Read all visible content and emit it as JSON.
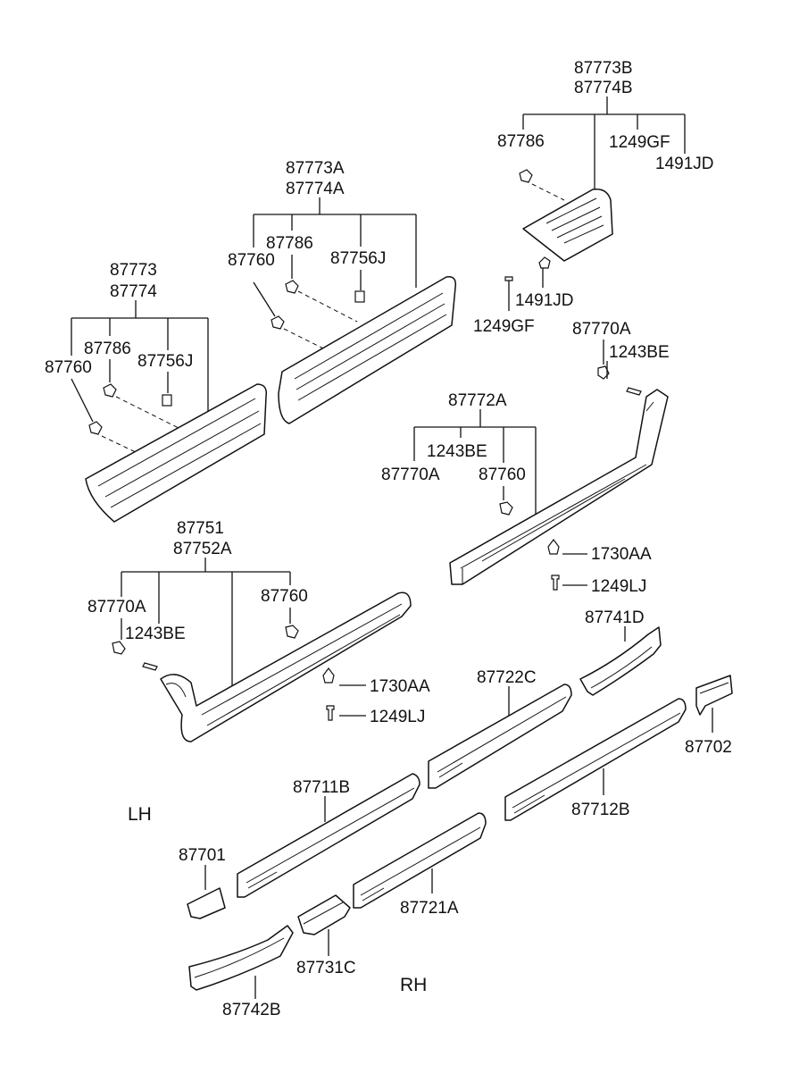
{
  "labels": {
    "l_87773B": "87773B",
    "l_87774B": "87774B",
    "l_87786_tr": "87786",
    "l_1249GF_tr": "1249GF",
    "l_1491JD_tr": "1491JD",
    "l_1491JD_tr2": "1491JD",
    "l_1249GF_tr2": "1249GF",
    "l_87773A": "87773A",
    "l_87774A": "87774A",
    "l_87786_m": "87786",
    "l_87760_m": "87760",
    "l_87756J_m": "87756J",
    "l_87773": "87773",
    "l_87774": "87774",
    "l_87786_l": "87786",
    "l_87760_l": "87760",
    "l_87756J_l": "87756J",
    "l_87770A_r": "87770A",
    "l_1243BE_r": "1243BE",
    "l_87772A": "87772A",
    "l_1243BE_r2": "1243BE",
    "l_87770A_r2": "87770A",
    "l_87760_r": "87760",
    "l_1730AA_r": "1730AA",
    "l_1249LJ_r": "1249LJ",
    "l_87751": "87751",
    "l_87752A": "87752A",
    "l_87770A_l": "87770A",
    "l_1243BE_l": "1243BE",
    "l_87760_l2": "87760",
    "l_1730AA_l": "1730AA",
    "l_1249LJ_l": "1249LJ",
    "l_87741D": "87741D",
    "l_87722C": "87722C",
    "l_87702": "87702",
    "l_87711B": "87711B",
    "l_87712B": "87712B",
    "l_LH": "LH",
    "l_RH": "RH",
    "l_87701": "87701",
    "l_87721A": "87721A",
    "l_87731C": "87731C",
    "l_87742B": "87742B"
  }
}
